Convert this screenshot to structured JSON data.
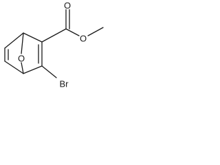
{
  "structure": {
    "atoms": {
      "ring_oxygen": "O",
      "ester_oxygen_carbonyl": "O",
      "ester_oxygen_methoxy": "O",
      "bromine": "Br"
    }
  },
  "colors": {
    "bond": "#1a1a1a",
    "label": "#1a1a1a",
    "background": "#ffffff"
  }
}
